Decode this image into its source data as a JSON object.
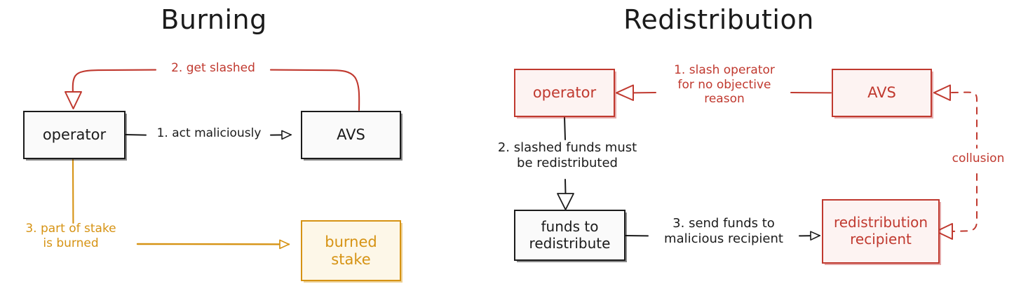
{
  "figure": {
    "background": "#ffffff",
    "colors": {
      "ink": "#1b1b1b",
      "red": "#c0392f",
      "red_dark": "#b03028",
      "amber": "#d69314",
      "box_fill": "#fafafa",
      "red_fill": "#fdf3f2",
      "amber_fill": "#fdf7e8"
    }
  },
  "panels": [
    {
      "id": "burning",
      "title": "Burning",
      "nodes": [
        {
          "id": "operator",
          "label": "operator",
          "color": "black"
        },
        {
          "id": "avs",
          "label": "AVS",
          "color": "black"
        },
        {
          "id": "burned_stake",
          "label": "burned\nstake",
          "color": "amber"
        }
      ],
      "edges": [
        {
          "id": "act-maliciously",
          "label": "1. act maliciously",
          "from": "operator",
          "to": "avs",
          "color": "black",
          "style": "solid"
        },
        {
          "id": "get-slashed",
          "label": "2. get slashed",
          "from": "avs",
          "to": "operator",
          "color": "red",
          "style": "solid"
        },
        {
          "id": "part-of-stake-burned",
          "label": "3. part of stake\nis burned",
          "from": "operator",
          "to": "burned_stake",
          "color": "amber",
          "style": "solid"
        }
      ]
    },
    {
      "id": "redistribution",
      "title": "Redistribution",
      "nodes": [
        {
          "id": "operator",
          "label": "operator",
          "color": "red"
        },
        {
          "id": "avs",
          "label": "AVS",
          "color": "red"
        },
        {
          "id": "funds_to_redistribute",
          "label": "funds to\nredistribute",
          "color": "black"
        },
        {
          "id": "redistribution_recipient",
          "label": "redistribution\nrecipient",
          "color": "red"
        }
      ],
      "edges": [
        {
          "id": "slash-operator",
          "label": "1. slash operator\nfor no objective\nreason",
          "from": "avs",
          "to": "operator",
          "color": "red",
          "style": "solid"
        },
        {
          "id": "slashed-funds-redistributed",
          "label": "2. slashed funds must\nbe redistributed",
          "from": "operator",
          "to": "funds_to_redistribute",
          "color": "black",
          "style": "solid"
        },
        {
          "id": "send-funds",
          "label": "3. send funds to\nmalicious recipient",
          "from": "funds_to_redistribute",
          "to": "redistribution_recipient",
          "color": "black",
          "style": "solid"
        },
        {
          "id": "collusion",
          "label": "collusion",
          "from": "redistribution_recipient",
          "to": "avs",
          "color": "red",
          "style": "dashed"
        }
      ]
    }
  ]
}
